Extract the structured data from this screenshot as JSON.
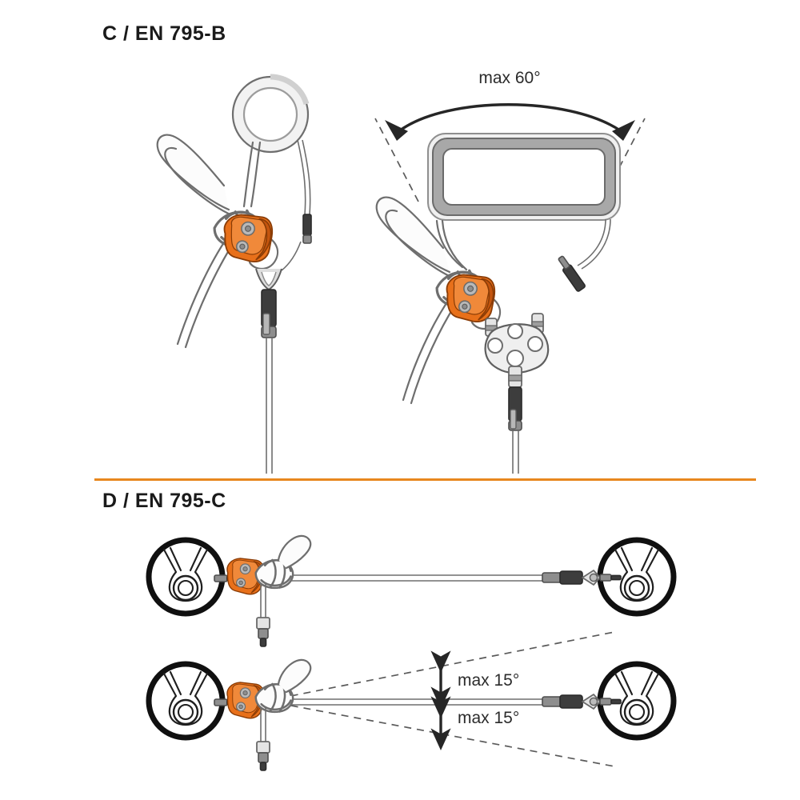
{
  "document": {
    "background_color": "#ffffff",
    "divider_color": "#E8871E"
  },
  "sections": [
    {
      "id": "section-c",
      "title": "C / EN 795-B",
      "standard": "EN 795-B",
      "letter": "C",
      "diagrams": [
        {
          "id": "c-left",
          "name": "ring-anchor-rope-adjuster",
          "anchor_type": "circular-ring-anchor",
          "components": [
            "anchor-ring",
            "rope-loop",
            "woven-knot",
            "orange-rope-adjuster",
            "swaged-cable-connector",
            "descending-cable"
          ]
        },
        {
          "id": "c-right",
          "name": "beam-anchor-two-leg-sling",
          "anchor_type": "rectangular-beam",
          "components": [
            "rectangular-beam",
            "rope-loop",
            "woven-knot",
            "orange-rope-adjuster",
            "cable-tensioner",
            "rigging-plate",
            "swaged-cable-connector",
            "descending-cable"
          ],
          "annotation": {
            "label": "max 60°",
            "value": 60,
            "unit": "degrees",
            "type": "curved-double-arrow"
          }
        }
      ]
    },
    {
      "id": "section-d",
      "title": "D / EN 795-C",
      "standard": "EN 795-C",
      "letter": "D",
      "diagrams": [
        {
          "id": "d-top",
          "name": "horizontal-lifeline-straight",
          "anchor_type": "circular-anchor-plate",
          "components": [
            "left-circular-anchor",
            "orange-rope-adjuster",
            "woven-knot",
            "rope-loop",
            "horizontal-cable",
            "turnbuckle-tensioner",
            "right-circular-anchor",
            "hanging-connector"
          ]
        },
        {
          "id": "d-bottom",
          "name": "horizontal-lifeline-deviation",
          "anchor_type": "circular-anchor-plate",
          "components": [
            "left-circular-anchor",
            "orange-rope-adjuster",
            "woven-knot",
            "rope-loop",
            "horizontal-cable",
            "turnbuckle-tensioner",
            "right-circular-anchor",
            "hanging-connector",
            "dashed-deviation-cone"
          ],
          "annotations": [
            {
              "label": "max 15°",
              "value": 15,
              "unit": "degrees",
              "position": "above",
              "type": "double-arrow"
            },
            {
              "label": "max 15°",
              "value": 15,
              "unit": "degrees",
              "position": "below",
              "type": "double-arrow"
            }
          ]
        }
      ]
    }
  ],
  "palette": {
    "orange_device": "#E8701A",
    "orange_device_dark": "#C4550E",
    "orange_divider": "#E8871E",
    "metal_grey": "#9a9a9a",
    "metal_light": "#d8d8d8",
    "metal_dark": "#3c3c3c",
    "rope_fill": "#fbfbfb",
    "outline": "#5a5a5a",
    "outline_dark": "#1a1a1a",
    "text": "#1a1a1a"
  }
}
